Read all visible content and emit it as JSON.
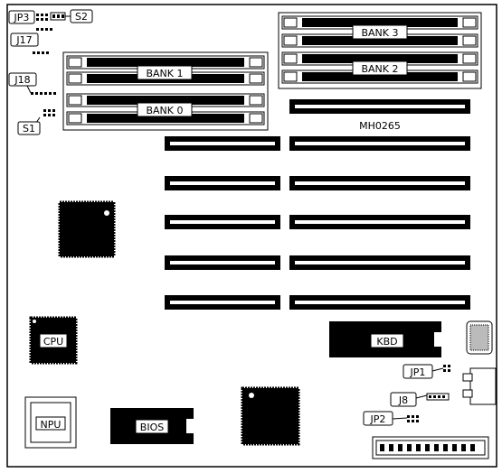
{
  "model": "MH0265",
  "memory_banks": [
    "BANK 3",
    "BANK 2",
    "BANK 1",
    "BANK 0"
  ],
  "jumpers": {
    "jp3": "JP3",
    "s2": "S2",
    "j17": "J17",
    "j18": "J18",
    "s1": "S1",
    "jp1": "JP1",
    "j8": "J8",
    "jp2": "JP2"
  },
  "chips": {
    "cpu": "CPU",
    "npu": "NPU",
    "bios": "BIOS",
    "kbd": "KBD"
  },
  "colors": {
    "ink": "#000000",
    "paper": "#ffffff"
  }
}
